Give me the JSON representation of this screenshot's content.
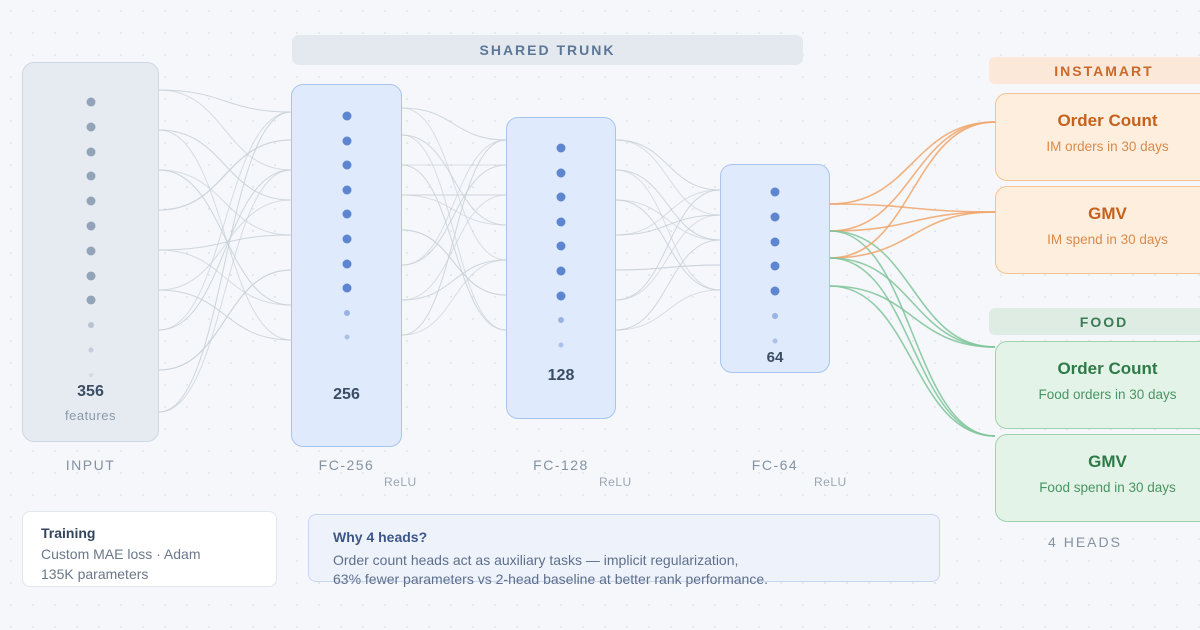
{
  "diagram": {
    "trunk_label": "SHARED TRUNK",
    "layers": [
      {
        "id": "input",
        "size": "356",
        "sub": "features",
        "label": "INPUT",
        "activation": ""
      },
      {
        "id": "fc256",
        "size": "256",
        "sub": "",
        "label": "FC-256",
        "activation": "ReLU"
      },
      {
        "id": "fc128",
        "size": "128",
        "sub": "",
        "label": "FC-128",
        "activation": "ReLU"
      },
      {
        "id": "fc64",
        "size": "64",
        "sub": "",
        "label": "FC-64",
        "activation": "ReLU"
      }
    ],
    "groups": [
      {
        "name": "INSTAMART",
        "color": "#c9692b"
      },
      {
        "name": "FOOD",
        "color": "#3a7a54"
      }
    ],
    "heads": [
      {
        "title": "Order Count",
        "subtitle": "IM orders in 30 days",
        "group": "INSTAMART"
      },
      {
        "title": "GMV",
        "subtitle": "IM spend in 30 days",
        "group": "INSTAMART"
      },
      {
        "title": "Order Count",
        "subtitle": "Food orders in 30 days",
        "group": "FOOD"
      },
      {
        "title": "GMV",
        "subtitle": "Food spend in 30 days",
        "group": "FOOD"
      }
    ],
    "heads_label": "4 HEADS",
    "training": {
      "title": "Training",
      "line1": "Custom MAE loss · Adam",
      "line2": "135K parameters"
    },
    "why": {
      "title": "Why 4 heads?",
      "line1": "Order count heads act as auxiliary tasks — implicit regularization,",
      "line2": "63% fewer parameters vs 2-head baseline at better rank performance."
    },
    "colors": {
      "accent_instamart": "#f0a46a",
      "accent_food": "#7fc49a",
      "trunk_node": "#5e85cf",
      "input_node": "#93a3b8"
    }
  }
}
